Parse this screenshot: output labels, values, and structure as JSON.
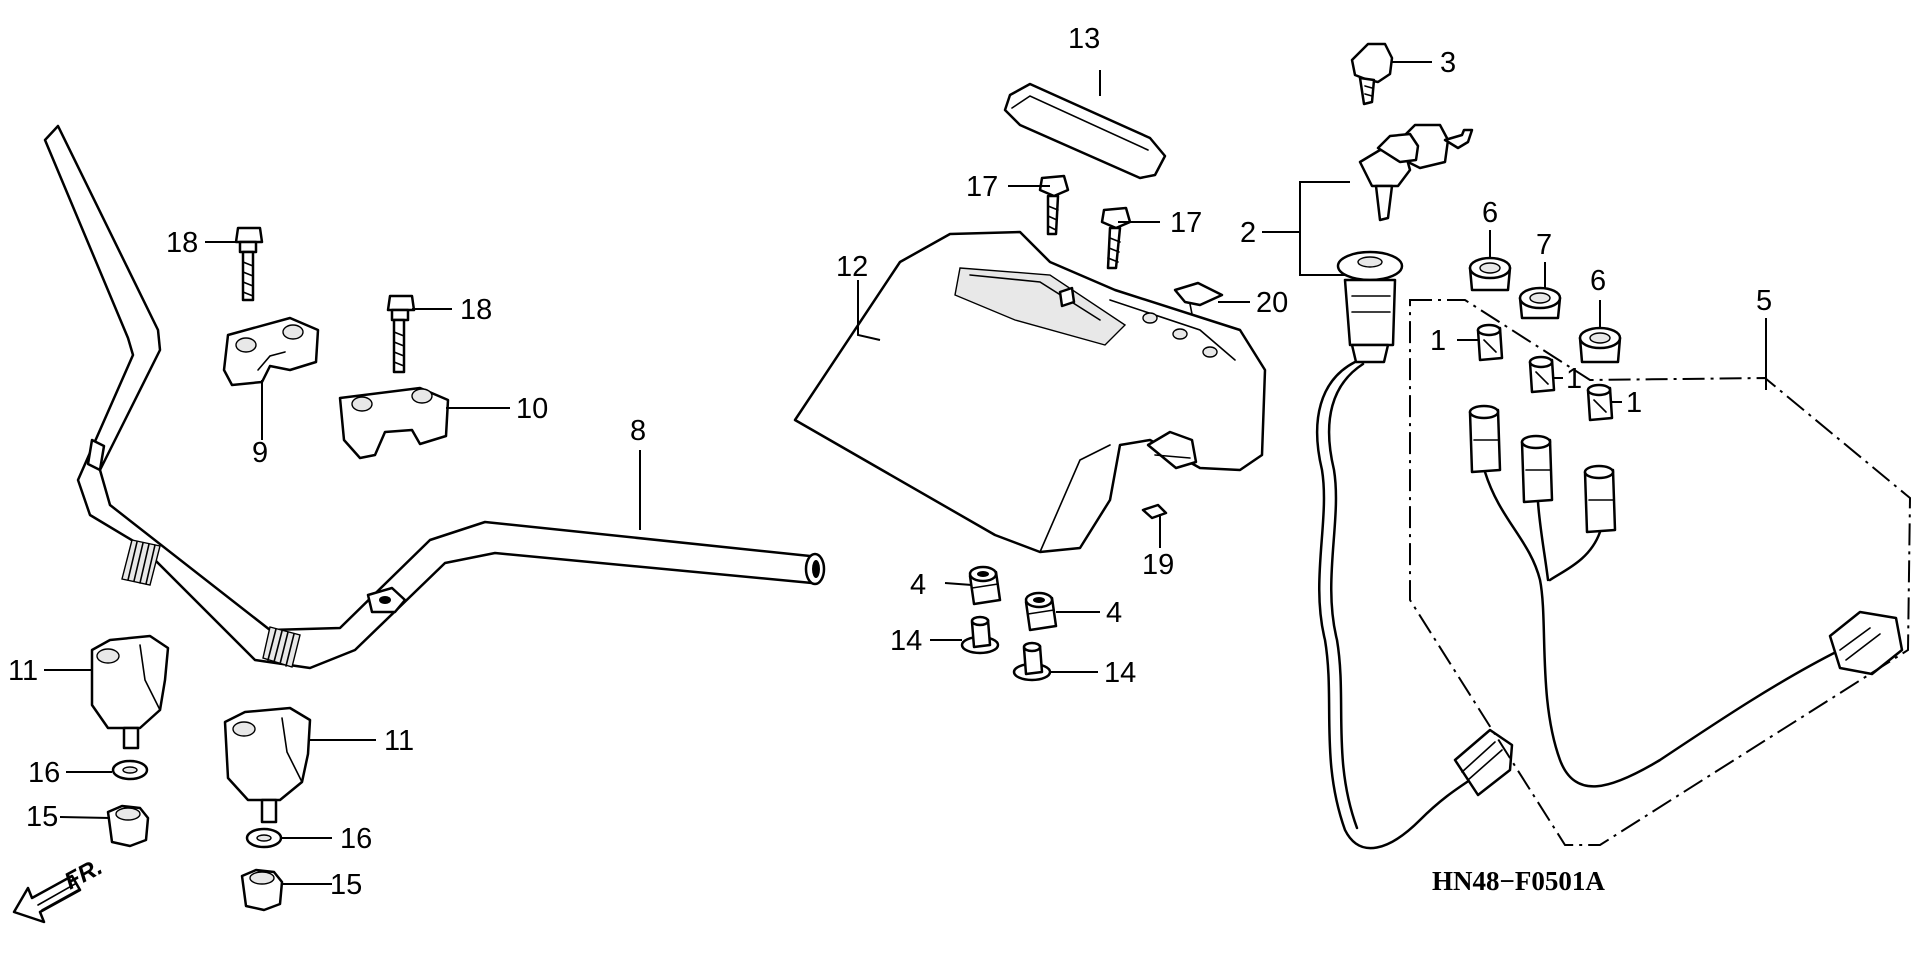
{
  "diagram": {
    "code": "HN48−F0501A",
    "front_marker": "FR.",
    "callouts": {
      "c1a": "1",
      "c1b": "1",
      "c1c": "1",
      "c2": "2",
      "c3": "3",
      "c4a": "4",
      "c4b": "4",
      "c5": "5",
      "c6a": "6",
      "c6b": "6",
      "c7": "7",
      "c8": "8",
      "c9": "9",
      "c10": "10",
      "c11a": "11",
      "c11b": "11",
      "c12": "12",
      "c13": "13",
      "c14a": "14",
      "c14b": "14",
      "c15a": "15",
      "c15b": "15",
      "c16a": "16",
      "c16b": "16",
      "c17a": "17",
      "c17b": "17",
      "c18a": "18",
      "c18b": "18",
      "c19": "19",
      "c20": "20"
    }
  }
}
